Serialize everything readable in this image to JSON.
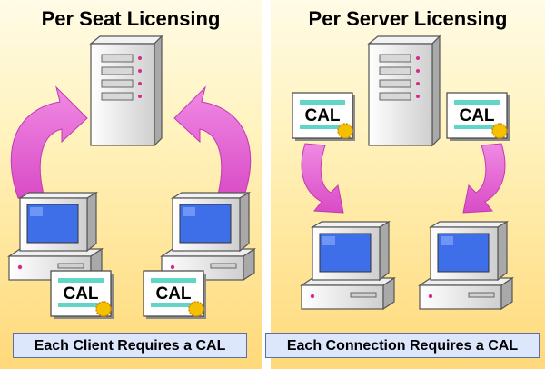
{
  "left": {
    "title": "Per Seat Licensing",
    "caption": "Each Client Requires a CAL",
    "cal_labels": [
      "CAL",
      "CAL"
    ]
  },
  "right": {
    "title": "Per Server Licensing",
    "caption": "Each Connection Requires a CAL",
    "cal_labels": [
      "CAL",
      "CAL"
    ]
  },
  "colors": {
    "panel_bg": "#ffe599",
    "arrow": "#e86ad9",
    "caption_bg": "#dde7fb",
    "caption_border": "#5b6ea8",
    "screen": "#3f6fe8",
    "cal_stripe": "#62d6c6",
    "seal": "#f5c000"
  },
  "icons": [
    "server-icon",
    "client-computer-icon",
    "cal-certificate-icon",
    "curved-arrow-icon"
  ]
}
